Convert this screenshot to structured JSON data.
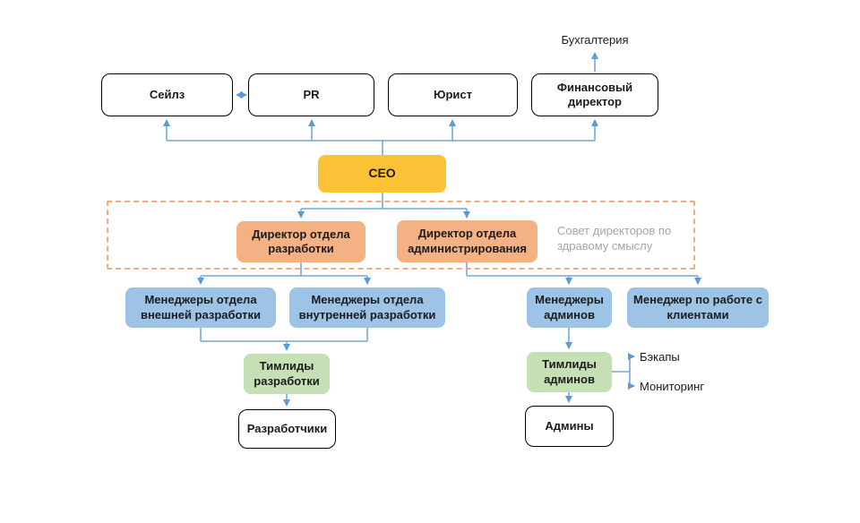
{
  "diagram": {
    "nodes": {
      "sales": "Сейлз",
      "pr": "PR",
      "lawyer": "Юрист",
      "finance_director": "Финансовый директор",
      "ceo": "CEO",
      "dev_director": "Директор отдела разработки",
      "admin_director": "Директор отдела администрирования",
      "external_dev_managers": "Менеджеры отдела внешней разработки",
      "internal_dev_managers": "Менеджеры отдела внутренней разработки",
      "admin_managers": "Менеджеры админов",
      "client_manager": "Менеджер по работе с клиентами",
      "dev_teamleads": "Тимлиды разработки",
      "admin_teamleads": "Тимлиды админов",
      "developers": "Разработчики",
      "admins": "Админы"
    },
    "labels": {
      "accounting": "Бухгалтерия",
      "board_note": "Совет директоров по здравому смыслу",
      "backups": "Бэкапы",
      "monitoring": "Мониторинг"
    },
    "colors": {
      "ceo_fill": "#FBC237",
      "director_fill": "#F4B183",
      "manager_fill": "#9DC3E6",
      "teamlead_fill": "#C5E0B4",
      "plain_fill": "#FFFFFF",
      "plain_border": "#000000",
      "dashed_border": "#F0AC80",
      "connector_line": "#74A9DC",
      "arrowhead": "#5B9BD5",
      "note_text": "#A6A6A6"
    }
  }
}
